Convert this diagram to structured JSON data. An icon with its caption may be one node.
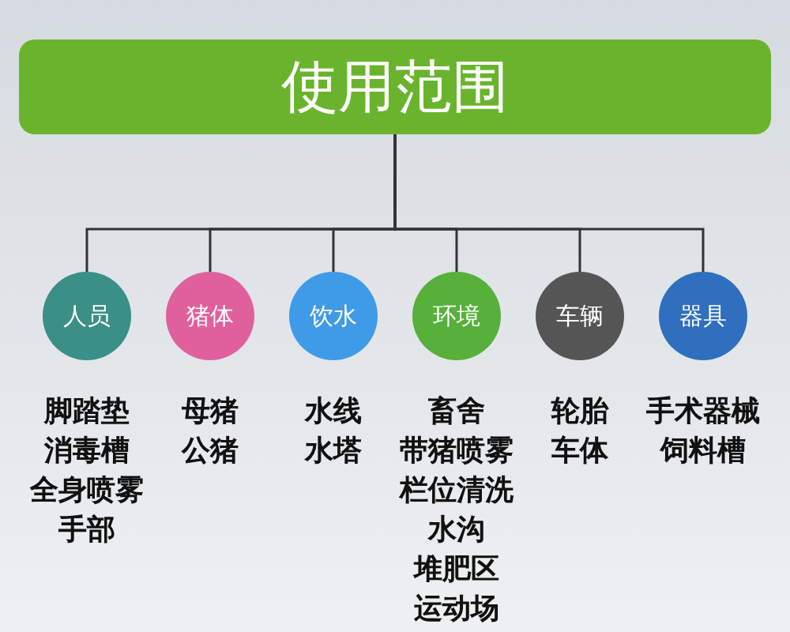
{
  "diagram": {
    "nodes": [
      {
        "text": [
          "使用范围"
        ]
      },
      {
        "text": [
          "人员"
        ],
        "beside": [
          "脚踏垫",
          "消毒槽",
          "全身喷雾",
          "手部"
        ]
      },
      {
        "text": [
          "猪体"
        ],
        "beside": [
          "母猪",
          "公猪"
        ]
      },
      {
        "text": [
          "饮水"
        ],
        "beside": [
          "水线",
          "水塔"
        ]
      },
      {
        "text": [
          "环境"
        ],
        "beside": [
          "畜舍",
          "带猪喷雾",
          "栏位清洗",
          "水沟",
          "堆肥区",
          "运动场"
        ]
      },
      {
        "text": [
          "车辆"
        ],
        "beside": [
          "轮胎",
          "车体"
        ]
      },
      {
        "text": [
          "器具"
        ],
        "beside": [
          "手术器械",
          "饲料槽"
        ]
      }
    ],
    "edges": [
      {
        "from": 0,
        "to": 1,
        "arrow": "none"
      },
      {
        "from": 0,
        "to": 2,
        "arrow": "none"
      },
      {
        "from": 0,
        "to": 3,
        "arrow": "none"
      },
      {
        "from": 0,
        "to": 4,
        "arrow": "none"
      },
      {
        "from": 0,
        "to": 5,
        "arrow": "none"
      },
      {
        "from": 0,
        "to": 6,
        "arrow": "none"
      }
    ]
  }
}
